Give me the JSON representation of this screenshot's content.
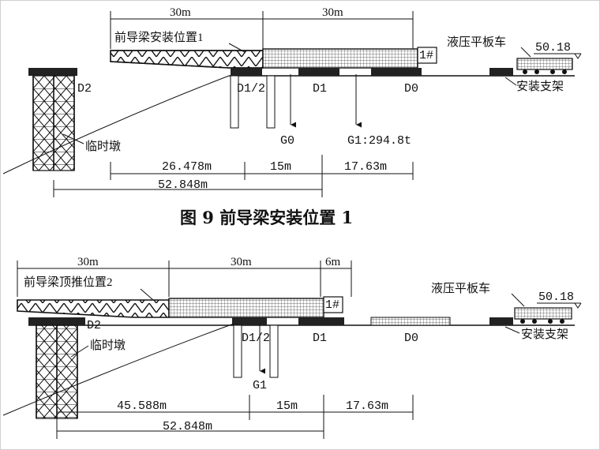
{
  "figure1": {
    "caption": "图 9    前导梁安装位置 1",
    "top_dims": [
      "30m",
      "30m"
    ],
    "position_label": "前导梁安装位置1",
    "block_label": "1#",
    "truck_label": "液压平板车",
    "elevation": "50.18",
    "support_label": "安装支架",
    "piers": [
      "D2",
      "D1/2",
      "D1",
      "D0"
    ],
    "temp_pier_label": "临时墩",
    "loads": [
      "G0",
      "G1:294.8t"
    ],
    "bottom_dims": [
      "26.478m",
      "15m",
      "17.63m"
    ],
    "total_dim": "52.848m"
  },
  "figure2": {
    "top_dims": [
      "30m",
      "30m",
      "6m"
    ],
    "position_label": "前导梁顶推位置2",
    "block_label": "1#",
    "truck_label": "液压平板车",
    "elevation": "50.18",
    "support_label": "安装支架",
    "piers": [
      "D2",
      "D1/2",
      "D1",
      "D0"
    ],
    "temp_pier_label": "临时墩",
    "loads": [
      "G1"
    ],
    "bottom_dims": [
      "45.588m",
      "15m",
      "17.63m"
    ],
    "total_dim": "52.848m"
  }
}
